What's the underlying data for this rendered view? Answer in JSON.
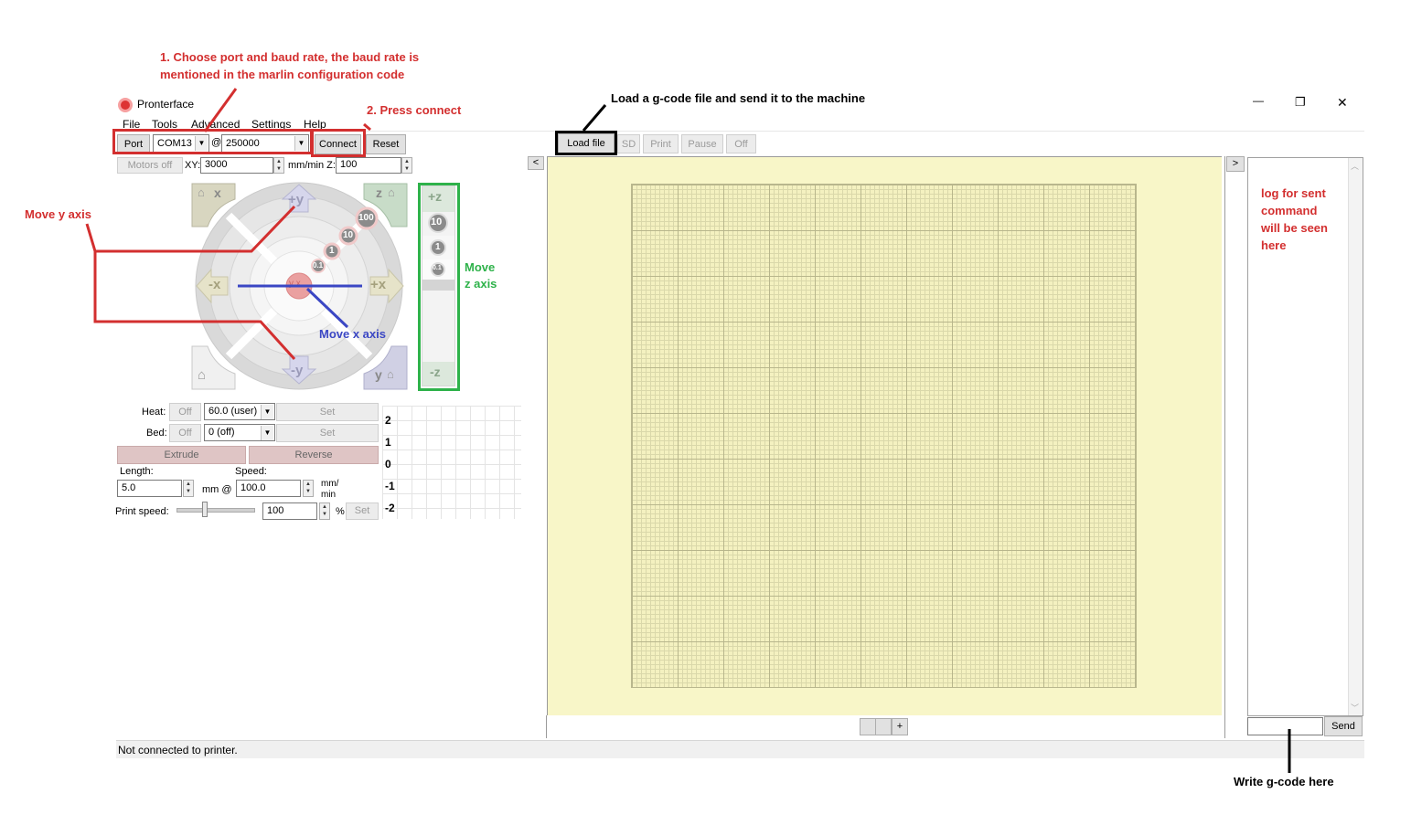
{
  "window": {
    "title": "Pronterface",
    "controls": {
      "minimize": "—",
      "maximize": "❐",
      "close": "✕"
    }
  },
  "menu": [
    "File",
    "Tools",
    "Advanced",
    "Settings",
    "Help"
  ],
  "toolbar": {
    "port_label": "Port",
    "port_value": "COM13",
    "at": "@",
    "baud_value": "250000",
    "connect_label": "Connect",
    "reset_label": "Reset",
    "motors_off_label": "Motors off",
    "xy_label": "XY:",
    "xy_value": "3000",
    "mm_min_z_label": "mm/min Z:",
    "z_value": "100"
  },
  "jog": {
    "plus_y": "+y",
    "minus_y": "-y",
    "plus_x": "+x",
    "minus_x": "-x",
    "home_x": "x",
    "home_z": "z",
    "home_y": "y",
    "steps": [
      "100",
      "10",
      "1",
      "0.1"
    ],
    "center": "y x",
    "z_plus": "+z",
    "z_minus": "-z",
    "z_steps": [
      "10",
      "1",
      "0.1"
    ]
  },
  "temps": {
    "heat_label": "Heat:",
    "heat_off": "Off",
    "heat_value": "60.0 (user)",
    "heat_set": "Set",
    "bed_label": "Bed:",
    "bed_off": "Off",
    "bed_value": "0 (off)",
    "bed_set": "Set",
    "extrude_label": "Extrude",
    "reverse_label": "Reverse",
    "length_label": "Length:",
    "length_value": "5.0",
    "mm_at": "mm @",
    "speed_label": "Speed:",
    "speed_value": "100.0",
    "mm_min_label_1": "mm/",
    "mm_min_label_2": "min",
    "print_speed_label": "Print speed:",
    "print_speed_value": "100",
    "percent": "%",
    "print_speed_set": "Set",
    "print_speed_slider_level": 0.33,
    "graph_ticks": [
      "2",
      "1",
      "0",
      "-1",
      "-2"
    ]
  },
  "file_toolbar": {
    "load_file": "Load file",
    "sd": "SD",
    "print": "Print",
    "pause": "Pause",
    "off": "Off"
  },
  "plater": {
    "collapse_left": "<",
    "expand_right": ">",
    "layer_plus": "+"
  },
  "console": {
    "send_label": "Send",
    "input_value": ""
  },
  "status": {
    "text": "Not connected to printer."
  },
  "annotations": {
    "choose_port": "1. Choose port and baud rate, the baud rate is",
    "choose_port_2": "mentioned in the marlin configuration code",
    "press_connect": "2. Press connect",
    "load_gcode": "Load a g-code file and send it to the machine",
    "move_y": "Move y axis",
    "move_x": "Move x axis",
    "move_z_1": "Move",
    "move_z_2": "z axis",
    "log_1": "log for sent",
    "log_2": "command",
    "log_3": "will be seen",
    "log_4": "here",
    "write_gcode": "Write g-code here"
  },
  "colors": {
    "annotation_red": "#d32f2f",
    "annotation_green": "#2eb24a",
    "annotation_blue": "#3b47c4",
    "plater_bg": "#f8f6c8",
    "grid_line": "#c9c7a0"
  }
}
